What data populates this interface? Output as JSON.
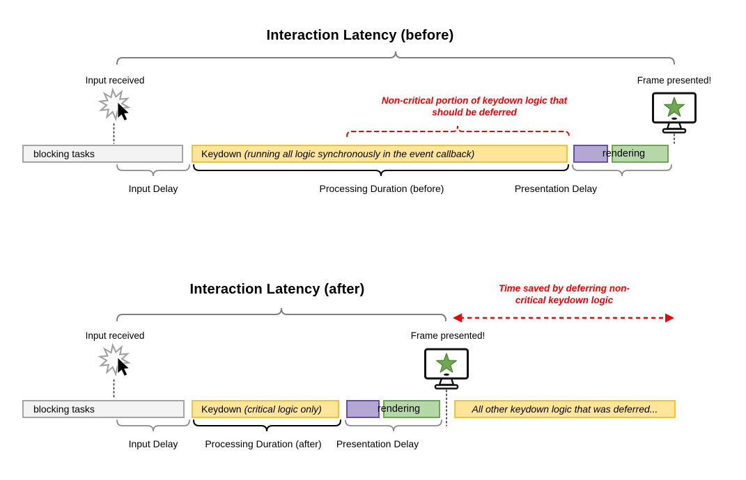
{
  "colors": {
    "task_yellow_fill": "#FFE599",
    "task_yellow_border": "#F1C232",
    "blocking_gray_fill": "#F3F3F3",
    "blocking_gray_border": "#A3A3A3",
    "paint_purple_fill": "#B4A7D6",
    "paint_purple_border": "#674EA7",
    "render_green_fill": "#B6D7A8",
    "render_green_border": "#6AA84F",
    "annotation_red": "#F50000",
    "brace_gray": "#7E7E7E",
    "brace_black": "#000000"
  },
  "before": {
    "title": "Interaction Latency (before)",
    "input_received": "Input received",
    "frame_presented": "Frame presented!",
    "note": "Non-critical portion of keydown logic that should be deferred",
    "bars": {
      "blocking": "blocking tasks",
      "keydown_name": "Keydown",
      "keydown_detail": "(running all logic synchronously in the event callback)",
      "rendering": "rendering"
    },
    "phases": {
      "input_delay": "Input Delay",
      "processing": "Processing Duration (before)",
      "presentation": "Presentation Delay"
    }
  },
  "after": {
    "title": "Interaction Latency (after)",
    "note": "Time saved by deferring non-critical keydown logic",
    "input_received": "Input received",
    "frame_presented": "Frame presented!",
    "bars": {
      "blocking": "blocking tasks",
      "keydown_name": "Keydown",
      "keydown_detail": "(critical logic only)",
      "rendering": "rendering",
      "deferred": "All other keydown logic that was deferred..."
    },
    "phases": {
      "input_delay": "Input Delay",
      "processing": "Processing Duration (after)",
      "presentation": "Presentation Delay"
    }
  }
}
